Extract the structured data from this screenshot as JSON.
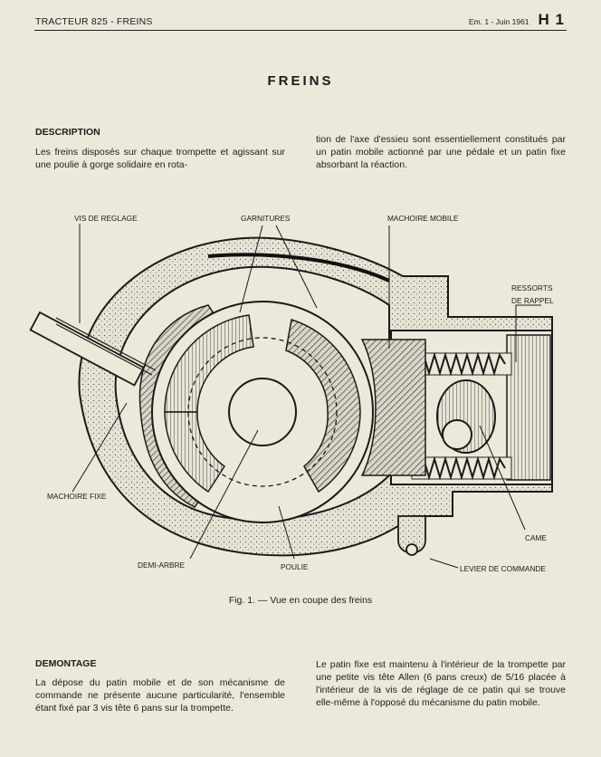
{
  "header": {
    "left": "TRACTEUR 825 - FREINS",
    "edition": "Em. 1 - Juin 1961",
    "section": "H 1"
  },
  "title": "FREINS",
  "description": {
    "heading": "DESCRIPTION",
    "col1": "Les freins disposés sur chaque trompette et agissant sur une poulie à gorge solidaire en rota-",
    "col2": "tion de l'axe d'essieu sont essentiellement constitués par un patin mobile actionné par une pédale et un patin fixe absorbant la réaction."
  },
  "figure": {
    "labels": {
      "vis_reglage": "VIS DE REGLAGE",
      "garnitures": "GARNITURES",
      "machoire_mobile": "MACHOIRE MOBILE",
      "ressorts_1": "RESSORTS",
      "ressorts_2": "DE RAPPEL",
      "machoire_fixe": "MACHOIRE FIXE",
      "came": "CAME",
      "demi_arbre": "DEMI-ARBRE",
      "poulie": "POULIE",
      "levier": "LEVIER DE COMMANDE"
    },
    "caption": "Fig. 1. — Vue en coupe des freins"
  },
  "demontage": {
    "heading": "DEMONTAGE",
    "col1": "La dépose du patin mobile et de son mécanisme de commande ne présente aucune particularité, l'ensemble étant fixé par 3 vis tête 6 pans sur la trompette.",
    "col2": "Le patin fixe est maintenu à l'intérieur de la trompette par une petite vis tête Allen (6 pans creux) de 5/16 placée à l'intérieur de la vis de réglage de ce patin qui se trouve elle-même à l'opposé du mécanisme du patin mobile."
  }
}
